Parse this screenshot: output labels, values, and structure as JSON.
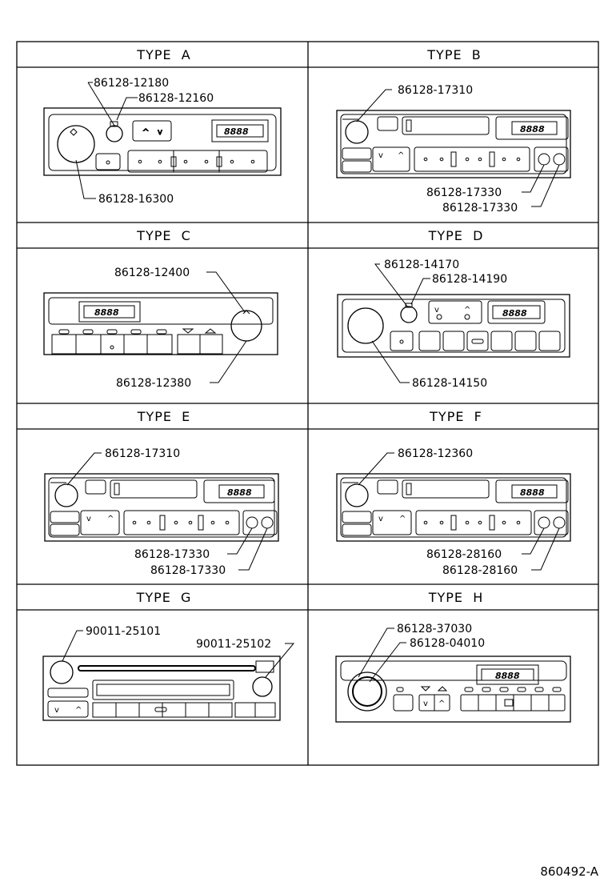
{
  "figure_ref": "860492-A",
  "panels": [
    {
      "id": "a",
      "title": "TYPE  A",
      "parts": [
        "86128-12180",
        "86128-12160",
        "86128-16300"
      ]
    },
    {
      "id": "b",
      "title": "TYPE  B",
      "parts": [
        "86128-17310",
        "86128-17330",
        "86128-17330"
      ]
    },
    {
      "id": "c",
      "title": "TYPE  C",
      "parts": [
        "86128-12400",
        "86128-12380"
      ]
    },
    {
      "id": "d",
      "title": "TYPE  D",
      "parts": [
        "86128-14170",
        "86128-14190",
        "86128-14150"
      ]
    },
    {
      "id": "e",
      "title": "TYPE  E",
      "parts": [
        "86128-17310",
        "86128-17330",
        "86128-17330"
      ]
    },
    {
      "id": "f",
      "title": "TYPE  F",
      "parts": [
        "86128-12360",
        "86128-28160",
        "86128-28160"
      ]
    },
    {
      "id": "g",
      "title": "TYPE  G",
      "parts": [
        "90011-25101",
        "90011-25102"
      ]
    },
    {
      "id": "h",
      "title": "TYPE  H",
      "parts": [
        "86128-37030",
        "86128-04010"
      ]
    }
  ],
  "lcd_text": "8888"
}
